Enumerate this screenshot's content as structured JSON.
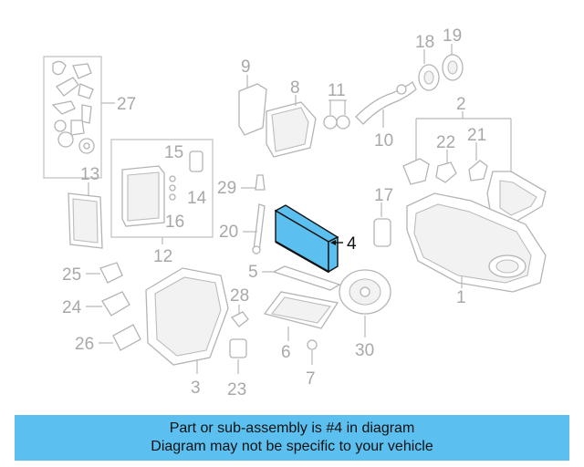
{
  "diagram": {
    "highlighted_part": "4",
    "highlight_color": "#5bc0f0",
    "callouts": {
      "c1": "1",
      "c2": "2",
      "c3": "3",
      "c4": "4",
      "c5": "5",
      "c6": "6",
      "c7": "7",
      "c8": "8",
      "c9": "9",
      "c10": "10",
      "c11": "11",
      "c12": "12",
      "c13": "13",
      "c14": "14",
      "c15": "15",
      "c16": "16",
      "c17": "17",
      "c18": "18",
      "c19": "19",
      "c20": "20",
      "c21": "21",
      "c22": "22",
      "c23": "23",
      "c24": "24",
      "c25": "25",
      "c26": "26",
      "c27": "27",
      "c28": "28",
      "c29": "29",
      "c30": "30"
    }
  },
  "banner": {
    "line1": "Part or sub-assembly is #4 in diagram",
    "line2": "Diagram may not be specific to your vehicle",
    "background": "#5bc0f0"
  }
}
